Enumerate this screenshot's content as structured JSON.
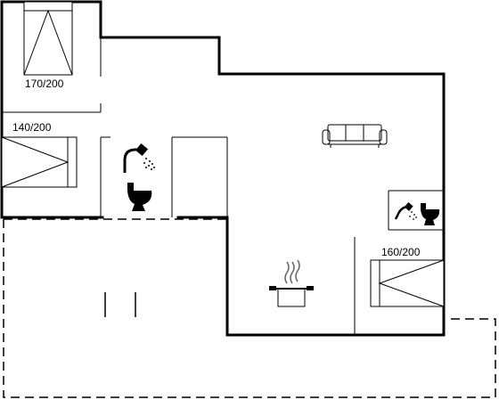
{
  "rooms": {
    "bedroom_top": {
      "bed_size": "170/200"
    },
    "bedroom_left": {
      "bed_size": "140/200"
    },
    "bedroom_right": {
      "bed_size": "160/200"
    }
  },
  "icons": [
    "bed-icon",
    "shower-icon",
    "toilet-icon",
    "sofa-icon",
    "cooking-pot-icon"
  ],
  "colors": {
    "walls": "#000000",
    "background": "#ffffff"
  }
}
